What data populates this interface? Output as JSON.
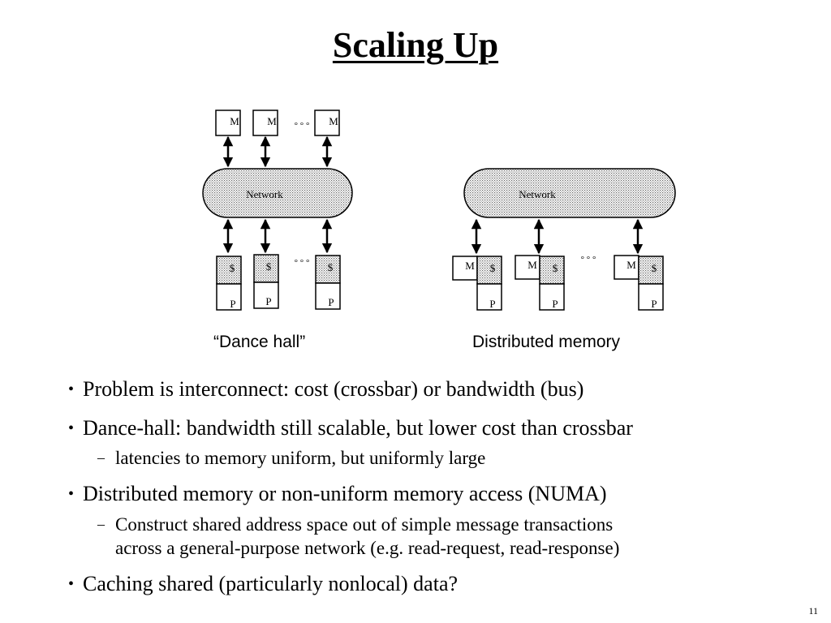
{
  "slide": {
    "title": "Scaling Up",
    "page_number": "11"
  },
  "diagrams": {
    "dance_hall": {
      "caption": "“Dance hall”",
      "network_label": "Network",
      "memory_label": "M",
      "cache_label": "$",
      "processor_label": "P",
      "ellipsis": "° ° °"
    },
    "distributed": {
      "caption": "Distributed memory",
      "network_label": "Network",
      "memory_label": "M",
      "cache_label": "$",
      "processor_label": "P",
      "ellipsis": "° ° °"
    }
  },
  "bullets": [
    {
      "text": "Problem is interconnect: cost (crossbar) or bandwidth (bus)",
      "subs": []
    },
    {
      "text": "Dance-hall:  bandwidth still scalable, but lower cost than crossbar",
      "subs": [
        "latencies to memory uniform, but uniformly large"
      ]
    },
    {
      "text": "Distributed memory or non-uniform memory access (NUMA)",
      "subs": [
        "Construct shared address space  out of simple message transactions",
        "across a general-purpose network (e.g. read-request, read-response)"
      ]
    },
    {
      "text": "Caching shared (particularly nonlocal) data?",
      "subs": []
    }
  ],
  "markers": {
    "bullet": "•",
    "dash": "–"
  }
}
